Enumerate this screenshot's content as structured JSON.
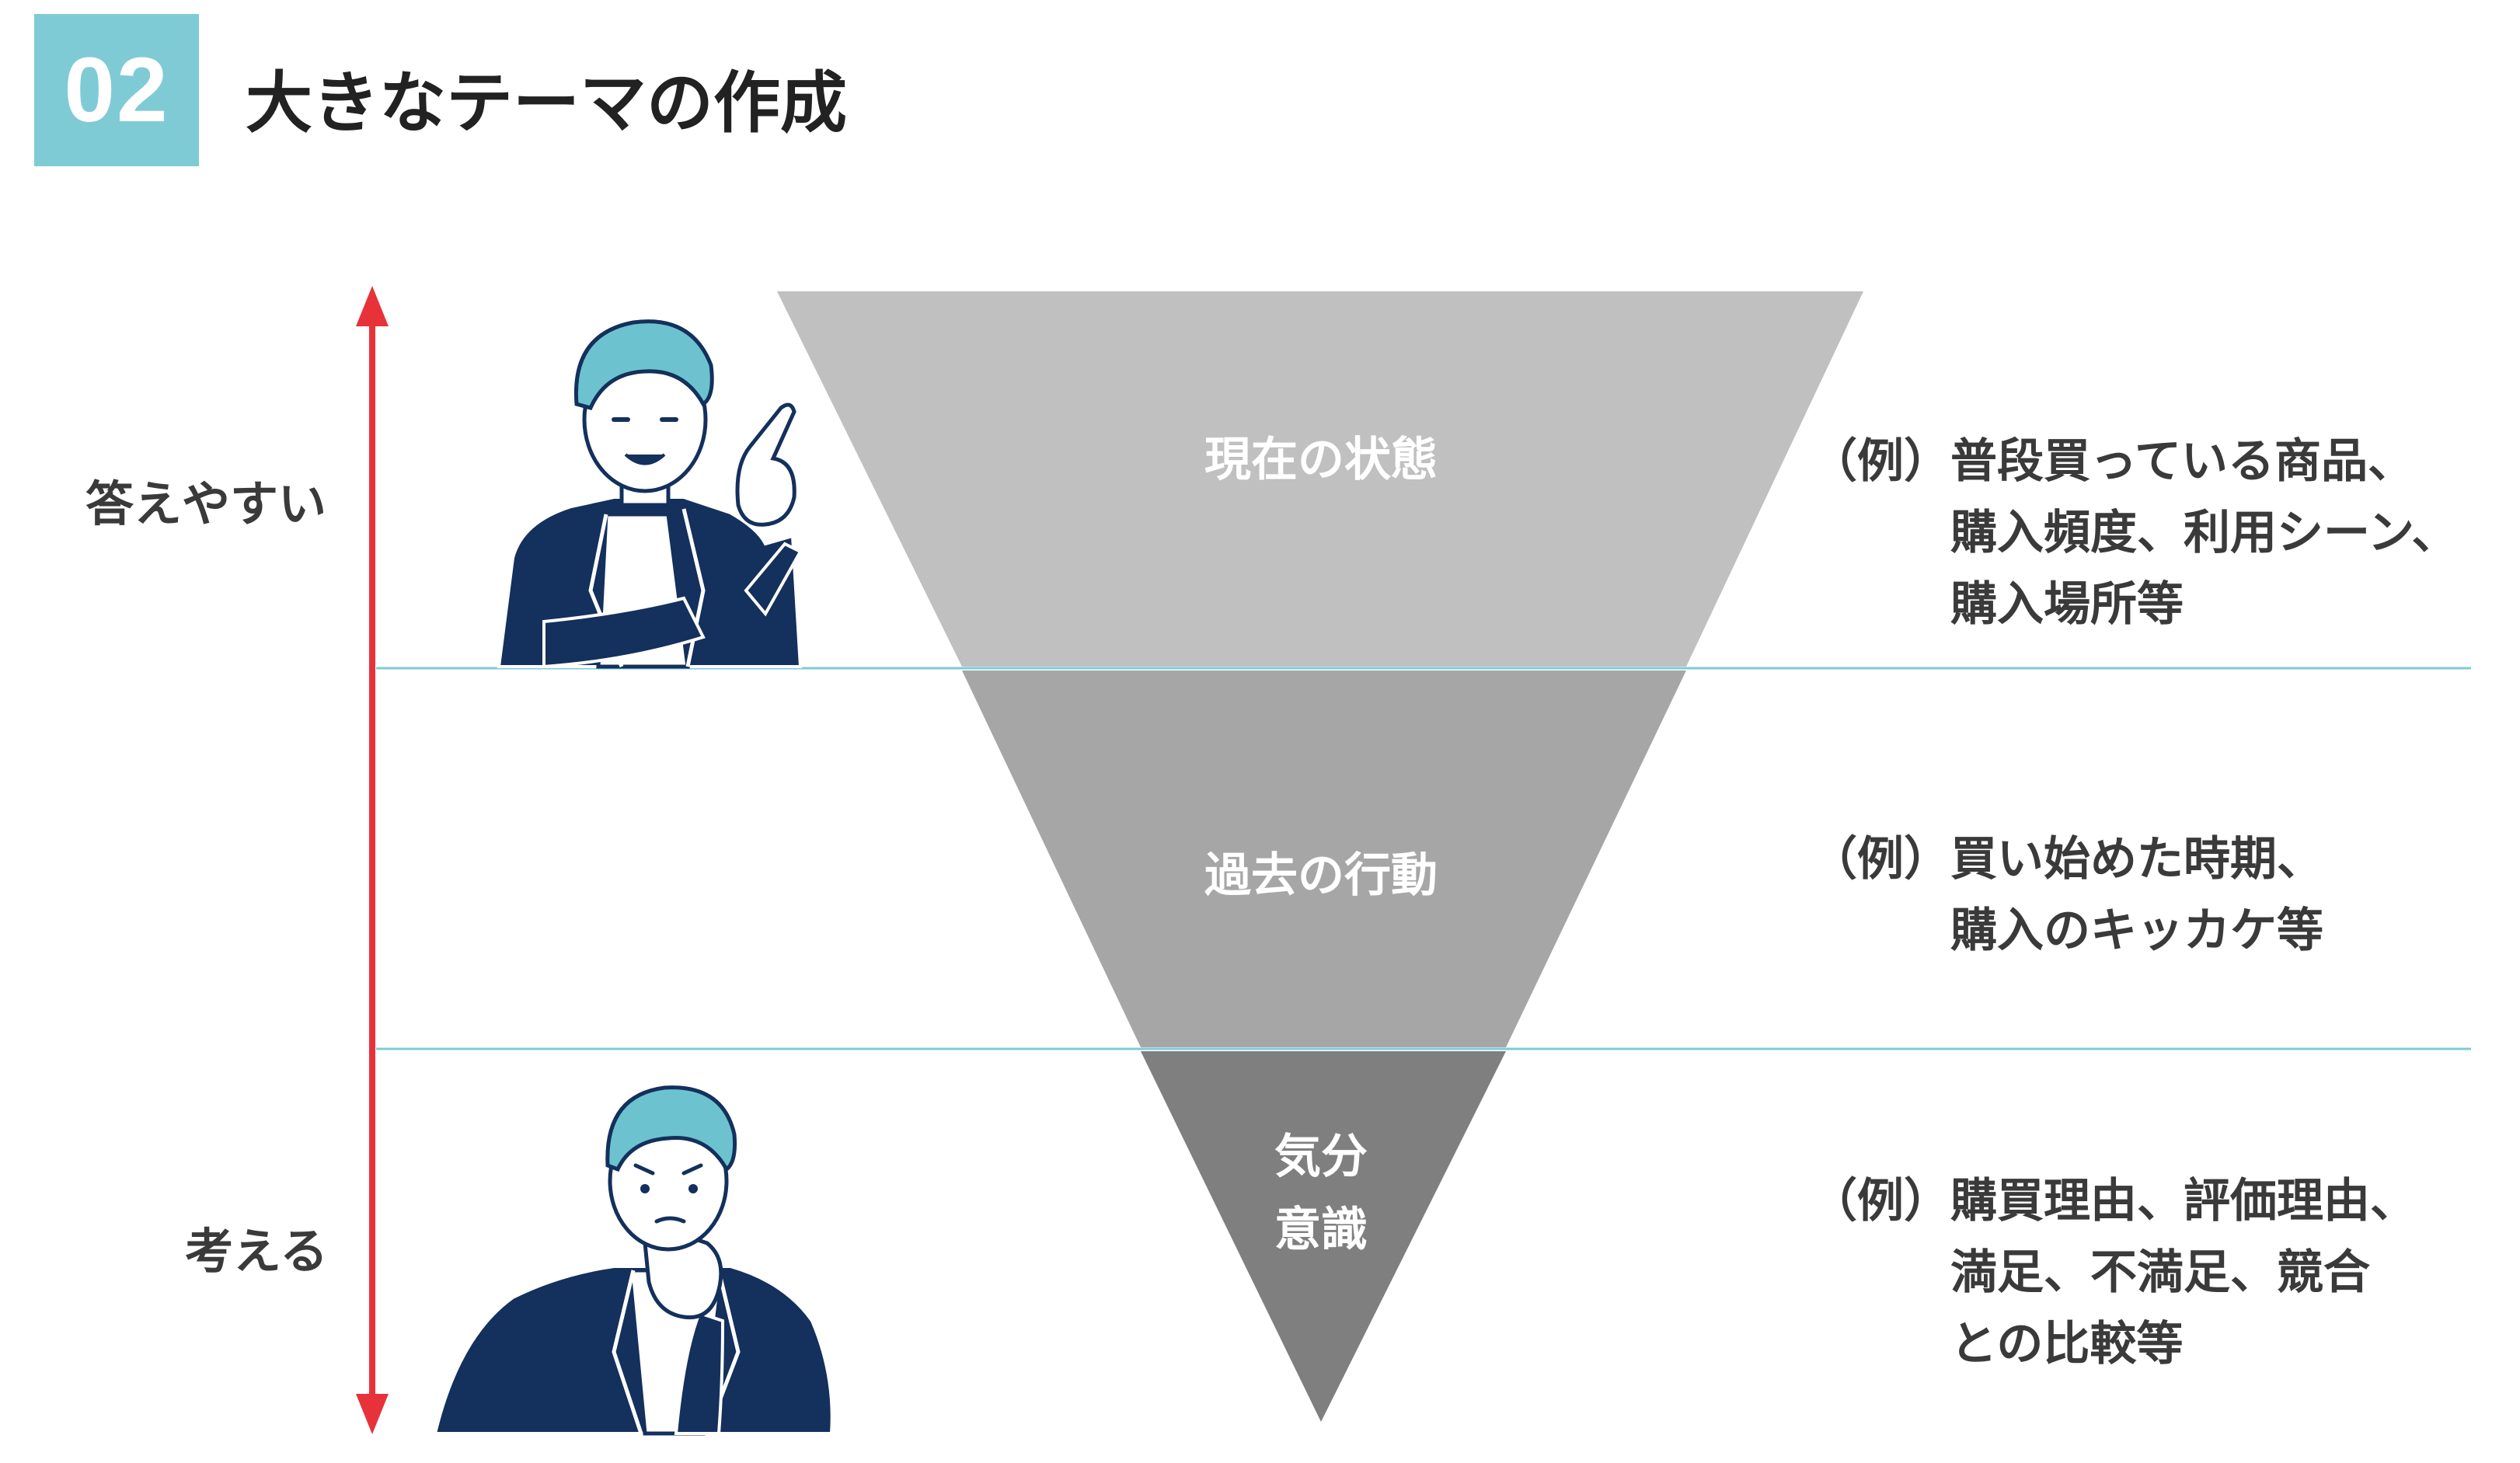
{
  "header": {
    "number": "02",
    "title": "大きなテーマの作成"
  },
  "axis": {
    "top_label": "答えやすい",
    "bottom_label": "考える",
    "arrow_color": "#e8323a"
  },
  "levels": [
    {
      "label_lines": [
        "現在の状態"
      ],
      "color": "#c0c0c0",
      "example_prefix": "（例）",
      "example_lines": [
        "普段買っている商品、",
        "購入頻度、利用シーン、",
        "購入場所等"
      ]
    },
    {
      "label_lines": [
        "過去の行動"
      ],
      "color": "#a6a6a6",
      "example_prefix": "（例）",
      "example_lines": [
        "買い始めた時期、",
        "購入のキッカケ等"
      ]
    },
    {
      "label_lines": [
        "気分",
        "意識"
      ],
      "color": "#7f7f7f",
      "example_prefix": "（例）",
      "example_lines": [
        "購買理由、評価理由、",
        "満足、不満足、競合",
        "との比較等"
      ]
    }
  ],
  "colors": {
    "accent": "#7ecbd6",
    "divider": "#7ecbd6",
    "jacket": "#14305c",
    "hair": "#6cc3cf"
  },
  "illustrations": {
    "top": "man-pointing-up-icon",
    "bottom": "man-thinking-icon"
  }
}
